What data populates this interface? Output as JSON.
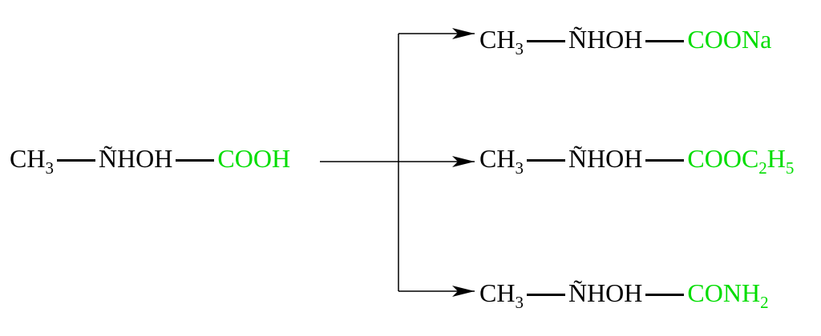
{
  "colors": {
    "backbone": "#000000",
    "functional_group": "#00dd00",
    "background": "#ffffff"
  },
  "reactant": {
    "methyl": "CH",
    "methyl_sub": "3",
    "middle": "ÑHOH",
    "group": "COOH"
  },
  "products": [
    {
      "methyl": "CH",
      "methyl_sub": "3",
      "middle": "ÑHOH",
      "group_parts": [
        "COONa"
      ]
    },
    {
      "methyl": "CH",
      "methyl_sub": "3",
      "middle": "ÑHOH",
      "group_parts": [
        "COOC",
        "2",
        "H",
        "5"
      ]
    },
    {
      "methyl": "CH",
      "methyl_sub": "3",
      "middle": "ÑHOH",
      "group_parts": [
        "CONH",
        "2"
      ]
    }
  ]
}
